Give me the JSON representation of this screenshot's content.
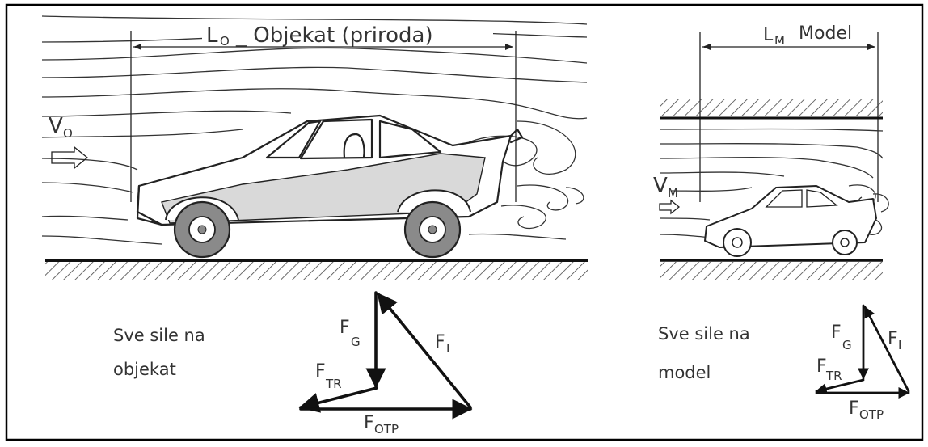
{
  "prototype": {
    "length_symbol": "L",
    "length_subscript": "O",
    "length_caption": "_ Objekat (priroda)",
    "velocity_symbol": "V",
    "velocity_subscript": "O",
    "caption_line1": "Sve sile na",
    "caption_line2": "objekat",
    "forces": {
      "gravity": {
        "symbol": "F",
        "sub": "G"
      },
      "inertia": {
        "symbol": "F",
        "sub": "I"
      },
      "friction": {
        "symbol": "F",
        "sub": "TR"
      },
      "drag": {
        "symbol": "F",
        "sub": "OTP"
      }
    }
  },
  "model": {
    "length_symbol": "L",
    "length_subscript": "M",
    "length_caption": "Model",
    "velocity_symbol": "V",
    "velocity_subscript": "M",
    "caption_line1": "Sve sile na",
    "caption_line2": "model",
    "forces": {
      "gravity": {
        "symbol": "F",
        "sub": "G"
      },
      "inertia": {
        "symbol": "F",
        "sub": "I"
      },
      "friction": {
        "symbol": "F",
        "sub": "TR"
      },
      "drag": {
        "symbol": "F",
        "sub": "OTP"
      }
    }
  },
  "colors": {
    "ink": "#222222",
    "body_fill": "#d9d9d9",
    "tire": "#8a8a8a",
    "frame": "#000000"
  }
}
